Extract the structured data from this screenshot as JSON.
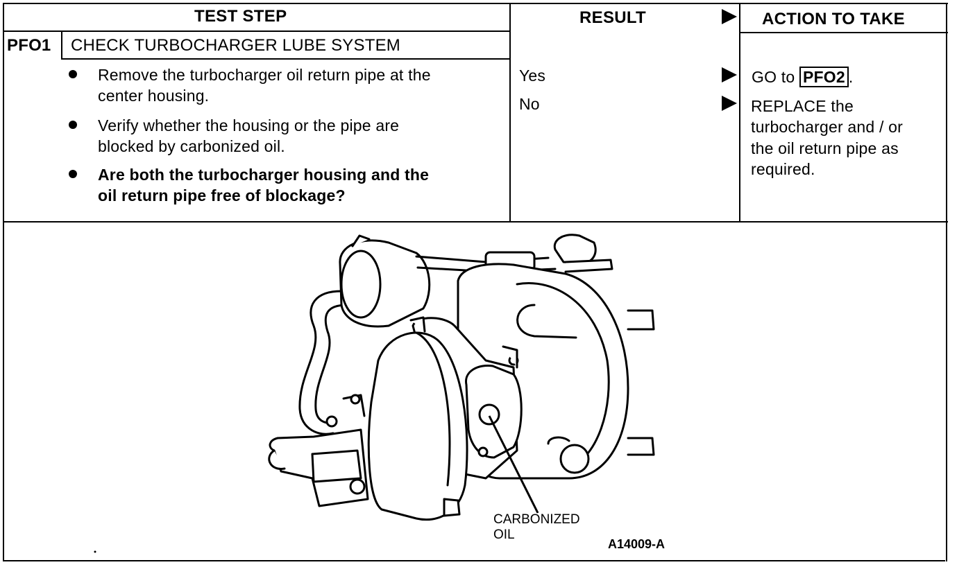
{
  "header": {
    "test_step": "TEST STEP",
    "result": "RESULT",
    "action": "ACTION TO TAKE"
  },
  "step": {
    "code": "PFO1",
    "title": "CHECK TURBOCHARGER LUBE SYSTEM",
    "bullets": [
      {
        "line1": "Remove the turbocharger oil return pipe at the",
        "line2": "center housing."
      },
      {
        "line1": "Verify whether the housing or the pipe are",
        "line2": "blocked by carbonized oil."
      },
      {
        "line1": "Are both the turbocharger housing and the",
        "line2": "oil return pipe free of blockage?"
      }
    ]
  },
  "results": {
    "yes": "Yes",
    "no": "No"
  },
  "actions": {
    "yes_prefix": "GO to ",
    "yes_ref": "PFO2",
    "yes_suffix": ".",
    "no_lines": [
      "REPLACE the",
      "turbocharger and / or",
      "the oil return pipe as",
      "required."
    ]
  },
  "figure": {
    "callout_line1": "CARBONIZED",
    "callout_line2": "OIL",
    "figure_id": "A14009-A"
  }
}
